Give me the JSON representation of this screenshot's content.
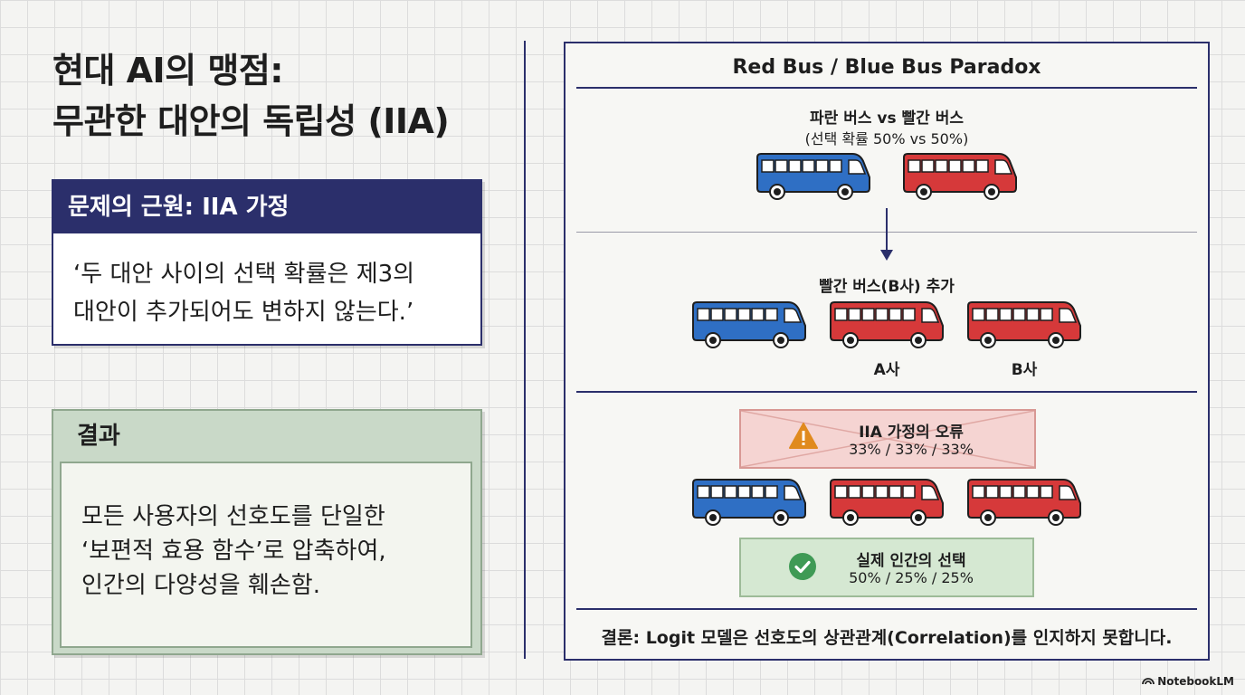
{
  "title": {
    "line1": "현대 AI의 맹점:",
    "line2": "무관한 대안의 독립성 (IIA)"
  },
  "problem_card": {
    "header": "문제의 근원: IIA 가정",
    "line1": "‘두 대안 사이의 선택 확률은 제3의",
    "line2": "대안이 추가되어도 변하지 않는다.’"
  },
  "result_card": {
    "header": "결과",
    "line1": "모든 사용자의 선호도를 단일한",
    "line2": "‘보편적 효용 함수’로 압축하여,",
    "line3": "인간의 다양성을 훼손함."
  },
  "panel": {
    "title": "Red Bus / Blue Bus Paradox",
    "section1": {
      "label": "파란 버스 vs 빨간 버스",
      "sub": "(선택 확률 50% vs 50%)"
    },
    "section2": {
      "label": "빨간 버스(B사) 추가",
      "bus_a": "A사",
      "bus_b": "B사"
    },
    "section3": {
      "error_title": "IIA 가정의 오류",
      "error_values": "33% / 33% / 33%",
      "actual_title": "실제 인간의 선택",
      "actual_values": "50% / 25% / 25%"
    },
    "conclusion": "결론: Logit 모델은 선호도의 상관관계(Correlation)를 인지하지 못합니다."
  },
  "colors": {
    "navy": "#2b2f6b",
    "blue_bus": "#2f6fc4",
    "red_bus": "#d6393a",
    "warning": "#e08a1e",
    "check": "#3f9a55"
  },
  "icons": {
    "warning": "warning-icon",
    "check": "check-circle-icon",
    "arrow": "arrow-down-icon",
    "brand": "notebooklm-logo-icon"
  },
  "brand": "NotebookLM"
}
